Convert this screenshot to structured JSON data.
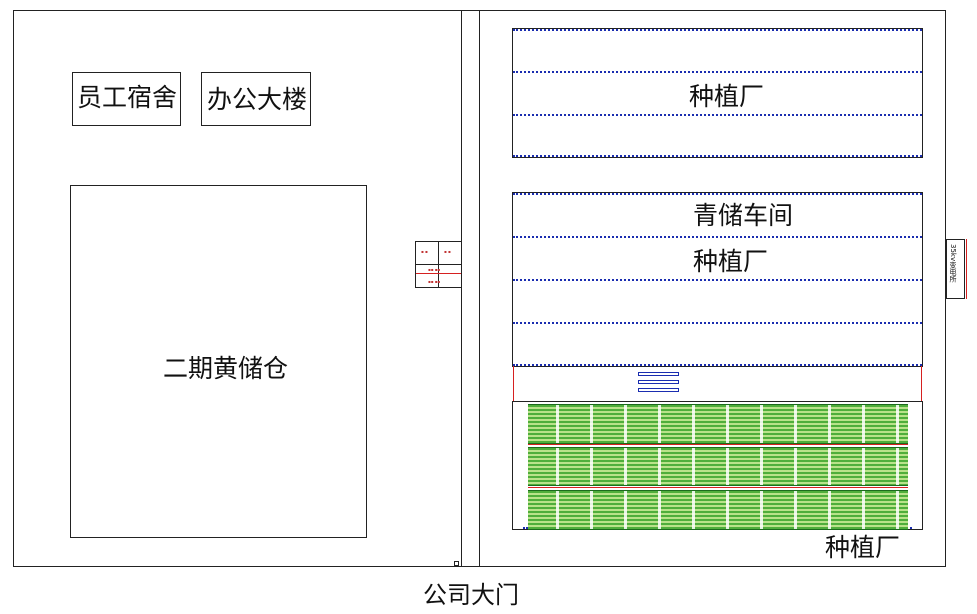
{
  "buildings": {
    "dormitory": "员工宿舍",
    "office": "办公大楼",
    "warehouse_phase2": "二期黄储仓",
    "planting_top": "种植厂",
    "silage_workshop": "青储车间",
    "planting_middle": "种植厂",
    "planting_bottom": "种植厂",
    "substation": "35kv变电所"
  },
  "gate": "公司大门",
  "colors": {
    "outline": "#222222",
    "dots": "#1a2db0",
    "green": "#4fae3b",
    "red": "#d62020"
  }
}
